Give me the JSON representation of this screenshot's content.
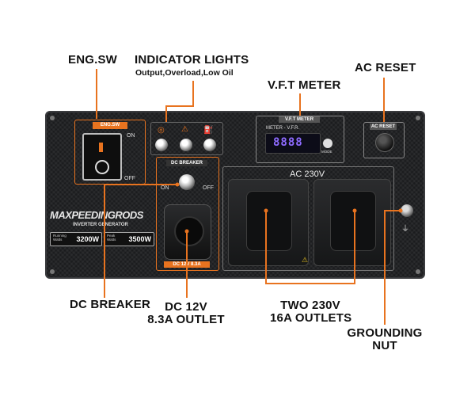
{
  "callouts": {
    "eng_sw": "ENG.SW",
    "indicator_title": "INDICATOR LIGHTS",
    "indicator_sub": "Output,Overload,Low Oil",
    "vft_meter": "V.F.T METER",
    "ac_reset": "AC RESET",
    "dc_breaker": "DC BREAKER",
    "dc_outlet_l1": "DC 12V",
    "dc_outlet_l2": "8.3A OUTLET",
    "two_outlets_l1": "TWO 230V",
    "two_outlets_l2": "16A OUTLETS",
    "grounding_l1": "GROUNDING",
    "grounding_l2": "NUT"
  },
  "panel": {
    "eng_sw_label": "ENG.SW",
    "on": "ON",
    "off": "OFF",
    "vft_header": "V.F.T METER",
    "meter_label": "METER - V.F.R.",
    "meter_digits": "8888",
    "mode": "MODE",
    "ac_reset_label": "AC RESET",
    "dc_breaker_label": "DC BREAKER",
    "breaker_on": "ON",
    "breaker_off": "OFF",
    "dc_rating": "DC 12V  8.3A",
    "ac_label": "AC 230V",
    "brand": "MAXPEEDINGRODS",
    "brand_sub": "INVERTER GENERATOR",
    "running_label": "Running Watts",
    "running_value": "3200W",
    "peak_label": "Peak Watts",
    "peak_value": "3500W"
  },
  "colors": {
    "accent": "#e8731f",
    "panel": "#1b1c1e",
    "display": "#8e6bff"
  },
  "icons": [
    "output-indicator-icon",
    "overload-warning-icon",
    "low-oil-icon",
    "grounding-icon",
    "warning-triangle-icon"
  ]
}
